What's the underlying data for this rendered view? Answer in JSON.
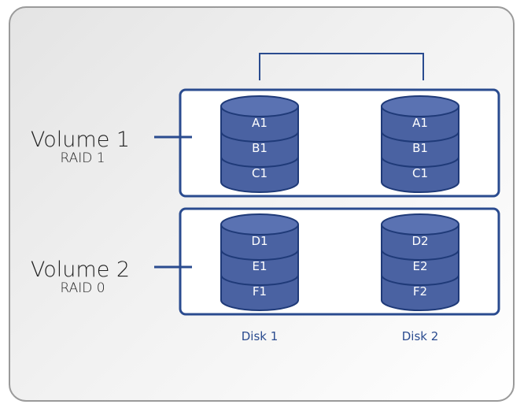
{
  "colors": {
    "accent": "#2a4b8f",
    "disk_fill": "#4a62a2",
    "disk_top": "#5a72b2",
    "disk_stroke": "#1f3a78"
  },
  "volumes": [
    {
      "title": "Volume 1",
      "raid": "RAID 1"
    },
    {
      "title": "Volume 2",
      "raid": "RAID 0"
    }
  ],
  "disks": [
    {
      "label": "Disk 1",
      "volume1_segments": [
        "A1",
        "B1",
        "C1"
      ],
      "volume2_segments": [
        "D1",
        "E1",
        "F1"
      ]
    },
    {
      "label": "Disk 2",
      "volume1_segments": [
        "A1",
        "B1",
        "C1"
      ],
      "volume2_segments": [
        "D2",
        "E2",
        "F2"
      ]
    }
  ]
}
